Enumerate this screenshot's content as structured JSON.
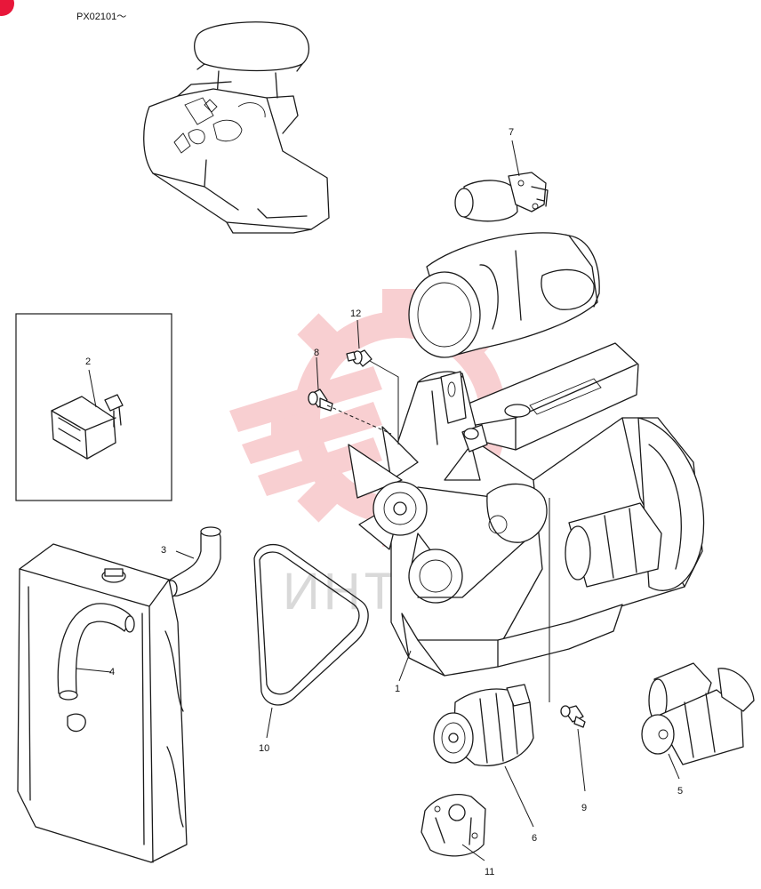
{
  "header": {
    "model_code": "PX02101～"
  },
  "colors": {
    "corner_mark": "#e8173a",
    "watermark": "#f4a8ad",
    "line": "#1a1a1a"
  },
  "watermark": {
    "text": "ИНТЕ"
  },
  "callouts": {
    "c1": "1",
    "c2": "2",
    "c3": "3",
    "c4": "4",
    "c5": "5",
    "c6": "6",
    "c7": "7",
    "c8": "8",
    "c9": "9",
    "c10": "10",
    "c11": "11",
    "c12": "12"
  }
}
